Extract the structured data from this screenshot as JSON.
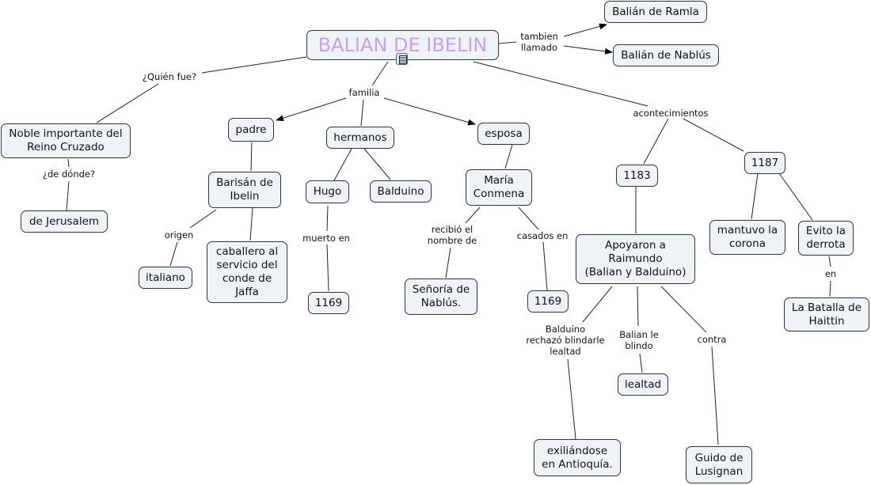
{
  "title": "BALIAN DE IBELIN",
  "nodes": {
    "root": "BALIAN DE IBELIN",
    "ramla": "Balián de Ramla",
    "nablus": "Balián de Nablús",
    "noble": "Noble importante del\nReino Cruzado",
    "jerusalem": "de Jerusalem",
    "padre": "padre",
    "barisan": "Barisán de\nIbelin",
    "italiano": "italiano",
    "caballero": "caballero al\nservicio del\nconde de\nJaffa",
    "hermanos": "hermanos",
    "hugo": "Hugo",
    "balduino": "Balduino",
    "hugo_1169": "1169",
    "esposa": "esposa",
    "maria": "María\nConmena",
    "senoria": "Señoría de\nNablús.",
    "casados_1169": "1169",
    "y1183": "1183",
    "y1187": "1187",
    "apoyaron": "Apoyaron a\nRaimundo\n(Balian y Balduino)",
    "mantuvo": "mantuvo la\ncorona",
    "evito": "Evito la\nderrota",
    "batalla": "La Batalla de\nHaittin",
    "lealtad": "lealtad",
    "exiliandose": "exiliándose\nen Antioquía.",
    "guido": "Guido de\nLusignan"
  },
  "labels": {
    "tambien": "tambien\nllamado",
    "quien": "¿Quién fue?",
    "donde": "¿de dónde?",
    "familia": "familia",
    "origen": "origen",
    "muerto": "muerto en",
    "recibio": "recibió el\nnombre de",
    "casados": "casados en",
    "acontecimientos": "acontecimientos",
    "rechazo": "Balduino\nrechazó blindarle\nlealtad",
    "blindo": "Balian le\nblindo",
    "contra": "contra",
    "en": "en"
  },
  "icons": {
    "root_attachment": "document-icon"
  },
  "colors": {
    "root_text": "#c9a0f0",
    "node_fill": "#eef3f6"
  }
}
